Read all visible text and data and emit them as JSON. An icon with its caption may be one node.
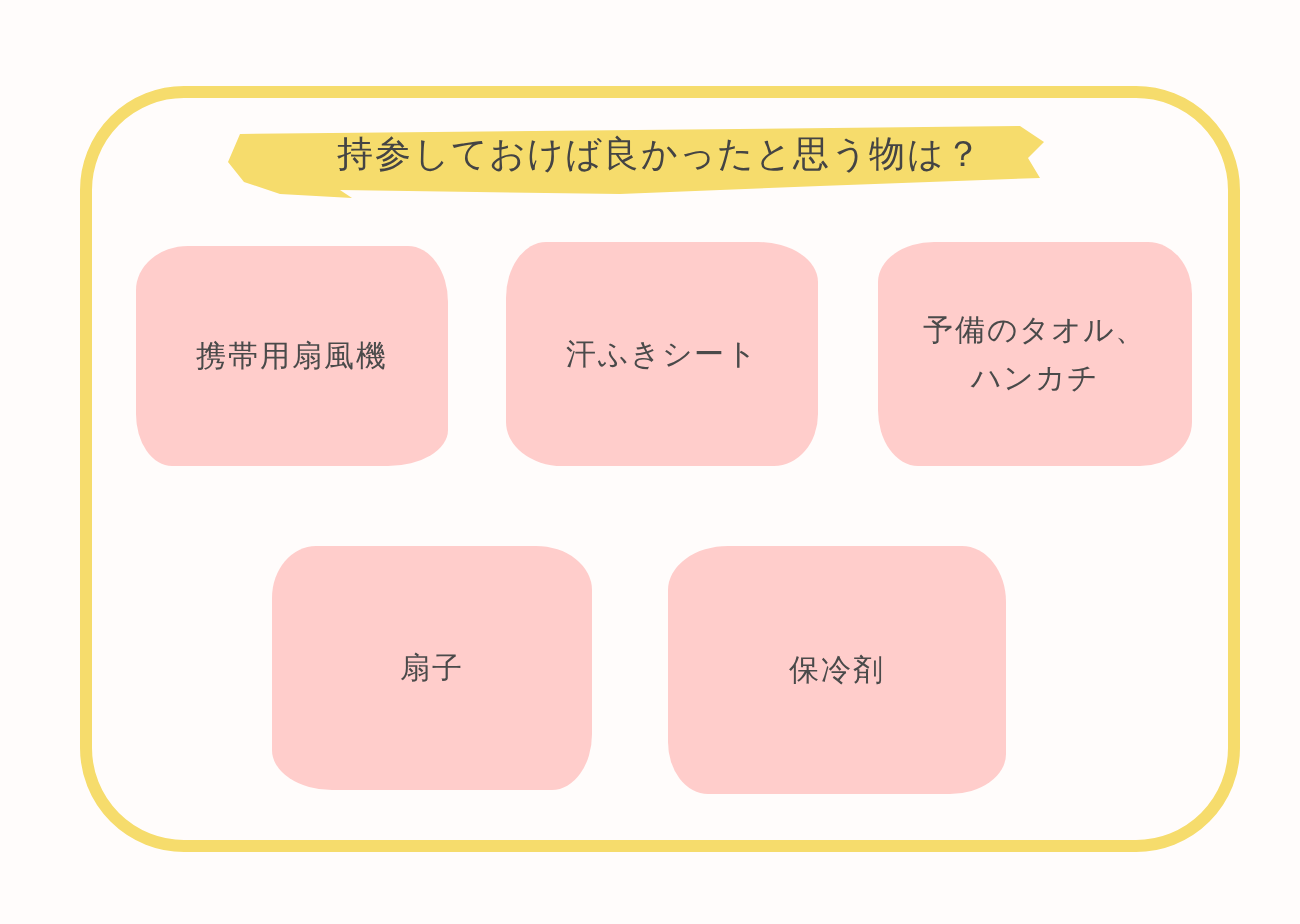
{
  "diagram": {
    "nodes": [
      {
        "text": [
          "持参しておけば良かったと思う物は？"
        ]
      },
      {
        "text": [
          "携帯用扇風機"
        ],
        "in": 0
      },
      {
        "text": [
          "汗ふきシート"
        ],
        "in": 0
      },
      {
        "text": [
          "予備のタオル、ハンカチ"
        ],
        "in": 0
      },
      {
        "text": [
          "扇子"
        ],
        "in": 0
      },
      {
        "text": [
          "保冷剤"
        ],
        "in": 0
      }
    ]
  }
}
